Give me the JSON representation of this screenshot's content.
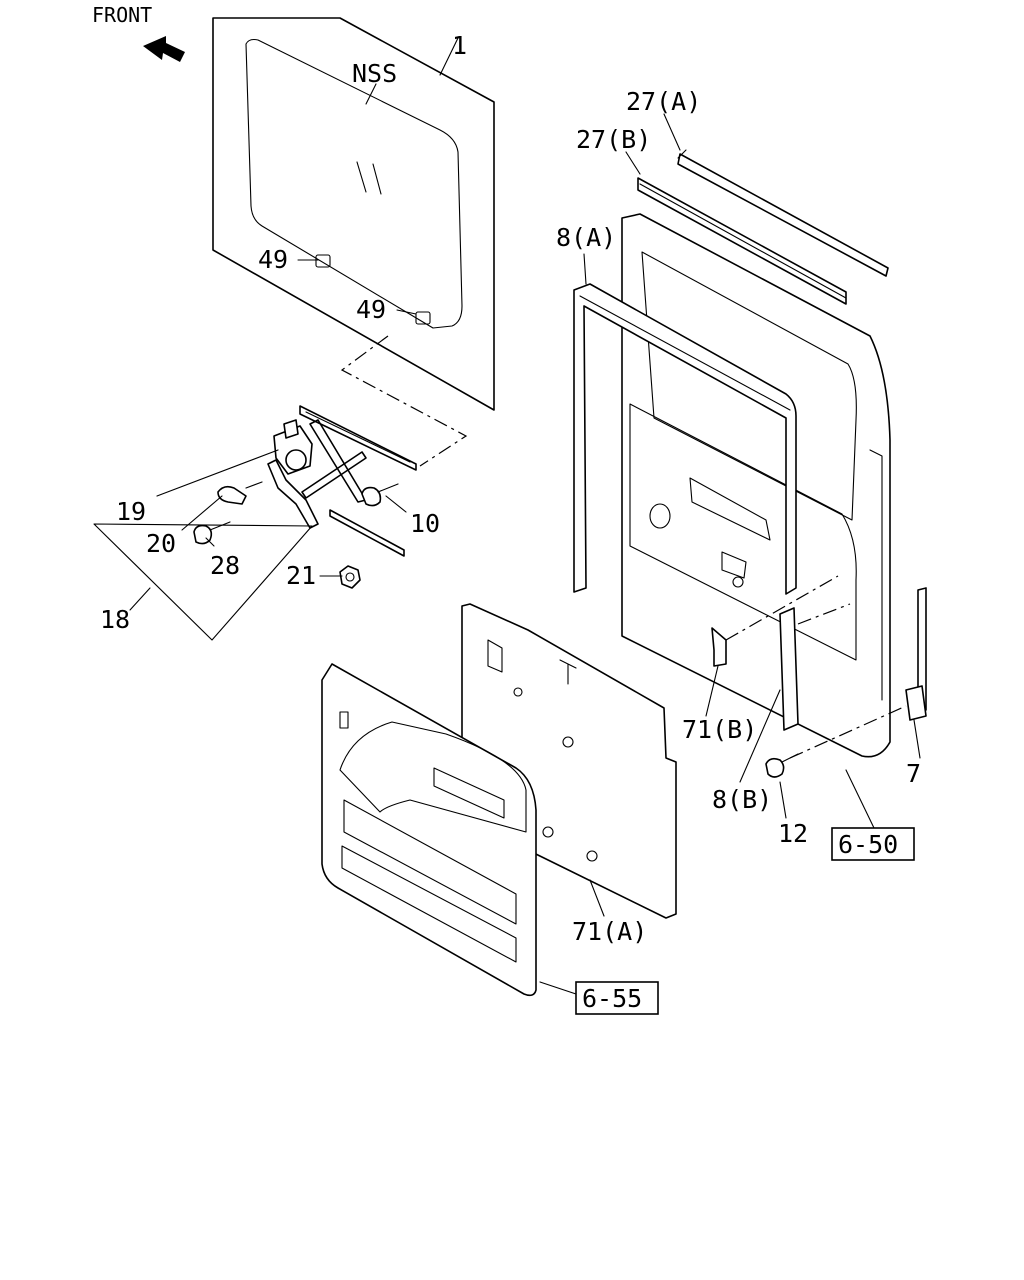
{
  "orientation": {
    "label": "FRONT"
  },
  "parts": {
    "glass": "1",
    "glass_mark": "NSS",
    "glass_clip_a": "49",
    "glass_clip_b": "49",
    "regulator_assy": "18",
    "regulator_motor": "19",
    "regulator_screw": "20",
    "regulator_bolt": "28",
    "regulator_nut": "21",
    "regulator_bolt_b": "10",
    "outer_strip_a": "27(A)",
    "outer_strip_b": "27(B)",
    "run_channel_a": "8(A)",
    "run_channel_b": "8(B)",
    "sealing_screen_a": "71(A)",
    "sealing_screen_b": "71(B)",
    "door_lock_rod": "7",
    "bolt": "12"
  },
  "references": {
    "door_panel_ref": "6-50",
    "trim_panel_ref": "6-55"
  }
}
